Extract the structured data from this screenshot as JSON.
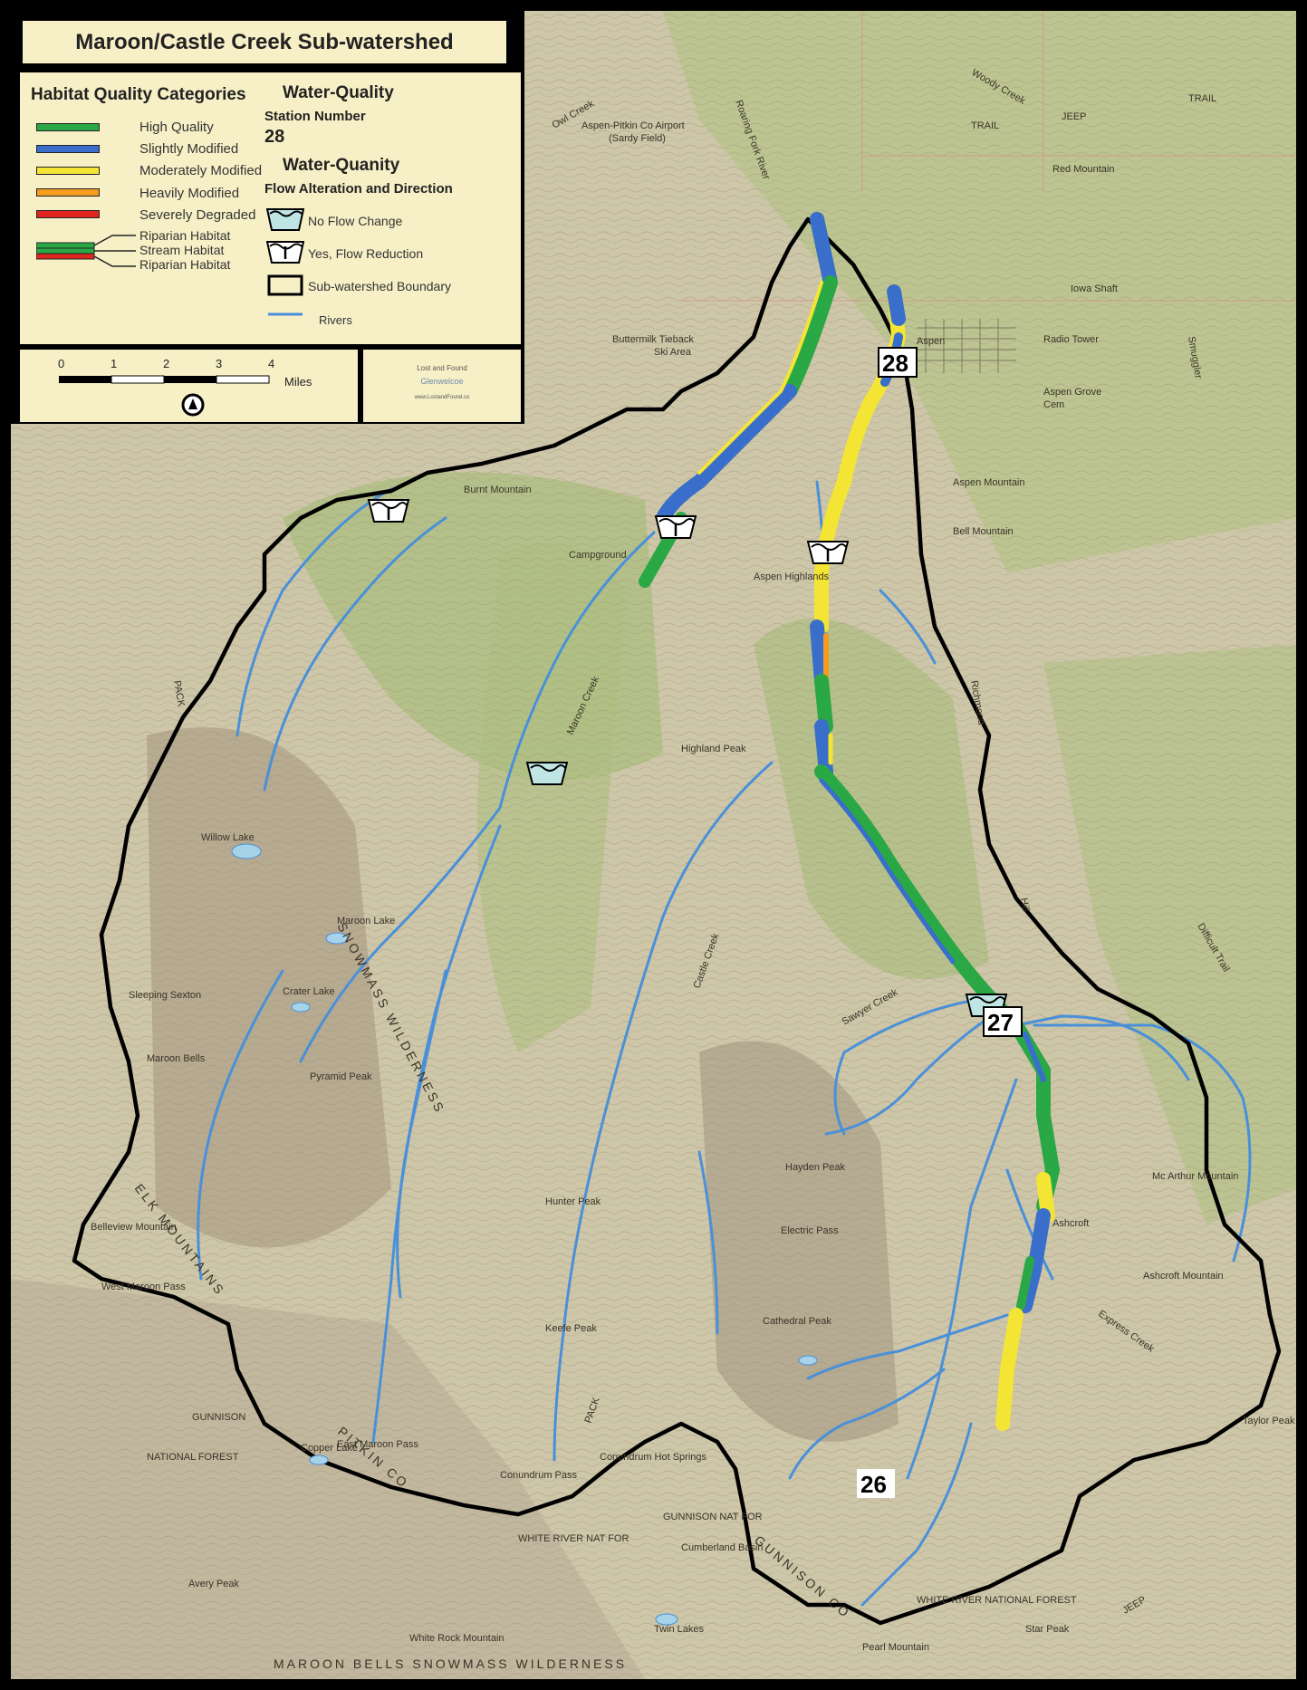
{
  "title": "Maroon/Castle Creek Sub-watershed",
  "legend": {
    "habitat_heading": "Habitat Quality Categories",
    "categories": [
      {
        "label": "High Quality",
        "color": "#2aa845"
      },
      {
        "label": "Slightly Modified",
        "color": "#3a6ecb"
      },
      {
        "label": "Moderately Modified",
        "color": "#f4e534"
      },
      {
        "label": "Heavily Modified",
        "color": "#f39c1e"
      },
      {
        "label": "Severely Degraded",
        "color": "#e0261f"
      }
    ],
    "habitat_parts": [
      "Riparian Habitat",
      "Stream Habitat",
      "Riparian Habitat"
    ],
    "wq_heading": "Water-Quality",
    "wq_station_label": "Station Number",
    "wq_station_example": "28",
    "wqty_heading": "Water-Quanity",
    "flow_heading": "Flow Alteration and Direction",
    "flow_items": [
      {
        "label": "No Flow Change",
        "icon": "no-flow-change-icon"
      },
      {
        "label": "Yes, Flow Reduction",
        "icon": "flow-reduction-icon"
      },
      {
        "label": "Sub-watershed Boundary",
        "icon": "boundary-icon"
      },
      {
        "label": "Rivers",
        "icon": "river-line-icon"
      }
    ],
    "scale_ticks": [
      "0",
      "1",
      "2",
      "3",
      "4"
    ],
    "scale_unit": "Miles",
    "logo_text": [
      "Lost and Found",
      "Glenwelcoe",
      "www.LostandFound.co"
    ]
  },
  "colors": {
    "high": "#2aa845",
    "slight": "#3a6ecb",
    "moderate": "#f4e534",
    "heavy": "#f39c1e",
    "severe": "#e0261f",
    "river": "#4a90d9",
    "boundary": "#000000",
    "station_fill": "#bfe6e4"
  },
  "stations": [
    "28",
    "27",
    "26"
  ],
  "labels": {
    "buttermilk": "Buttermilk Tieback",
    "ski_area": "Ski Area",
    "aspen_airport": "Aspen-Pitkin Co Airport",
    "sardy": "(Sardy Field)",
    "aspen": "Aspen",
    "aspen_grove": "Aspen Grove",
    "cem": "Cem",
    "radio_tower": "Radio Tower",
    "iowa_shaft": "Iowa Shaft",
    "smuggler": "Smuggler",
    "aspen_mountain": "Aspen Mountain",
    "bell_mountain": "Bell Mountain",
    "burnt_mountain": "Burnt Mountain",
    "campground": "Campground",
    "aspen_highlands": "Aspen Highlands",
    "highland_peak": "Highland Peak",
    "richmond": "Richmond",
    "hill": "Hill",
    "maroon_creek": "Maroon Creek",
    "castle_creek": "Castle Creek",
    "willow_lake": "Willow Lake",
    "maroon_lake": "Maroon Lake",
    "crater_lake": "Crater Lake",
    "pyramid_peak": "Pyramid Peak",
    "maroon_bells": "Maroon Bells",
    "sleeping_sexton": "Sleeping Sexton",
    "belleview_mountain": "Belleview Mountain",
    "west_maroon_pass": "West Maroon Pass",
    "east_maroon_pass": "East Maroon Pass",
    "hunter_peak": "Hunter Peak",
    "keefe_peak": "Keefe Peak",
    "conundrum_hot_springs": "Conundrum Hot Springs",
    "conundrum_pass": "Conundrum Pass",
    "cathedral_peak": "Cathedral Peak",
    "hayden_peak": "Hayden Peak",
    "electric_pass": "Electric Pass",
    "mcarthur_mountain": "Mc Arthur Mountain",
    "ashcroft": "Ashcroft",
    "ashcroft_mountain": "Ashcroft Mountain",
    "express_creek": "Express Creek",
    "taylor_peak": "Taylor Peak",
    "star_peak": "Star Peak",
    "pearl_mountain": "Pearl Mountain",
    "white_river_nf": "WHITE RIVER NATIONAL FOREST",
    "white_river_nat_for": "WHITE RIVER NAT FOR",
    "gunnison_nat_for": "GUNNISON NAT FOR",
    "gunnison": "GUNNISON",
    "national_forest": "NATIONAL FOREST",
    "pitkin_co": "PITKIN CO",
    "gunnison_co": "GUNNISON CO",
    "elk_mountains": "ELK MOUNTAINS",
    "snowmass_wilderness": "SNOWMASS WILDERNESS",
    "maroon_bells_snowmass": "MAROON BELLS SNOWMASS WILDERNESS",
    "woody_creek": "Woody Creek",
    "roaring_fork": "Roaring Fork River",
    "owl_creek": "Owl Creek",
    "cumberland_basin": "Cumberland Basin",
    "copper_lake": "Copper Lake",
    "avery_peak": "Avery Peak",
    "white_rock_mountain": "White Rock Mountain",
    "twin_lakes": "Twin Lakes",
    "red_mountain": "Red Mountain",
    "sawyer_creek": "Sawyer Creek",
    "difficult_trail": "Difficult Trail",
    "trail": "TRAIL",
    "pack": "PACK",
    "jeep": "JEEP"
  }
}
